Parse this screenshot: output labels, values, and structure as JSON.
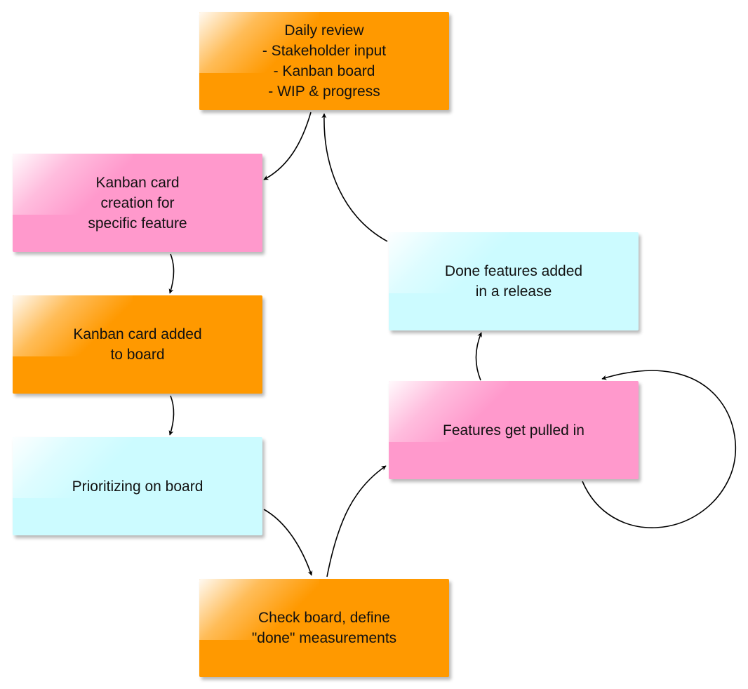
{
  "colors": {
    "orange": "#ff9900",
    "pink": "#ff99cc",
    "cyan": "#ccfbff",
    "edge": "#000000"
  },
  "nodes": {
    "daily_review": "Daily review\n- Stakeholder input\n- Kanban board\n- WIP & progress",
    "card_creation": "Kanban card\ncreation for\nspecific feature",
    "card_added": "Kanban card added\nto board",
    "prioritizing": "Prioritizing on board",
    "check_board": "Check board, define\n\"done\" measurements",
    "features_pulled": "Features get pulled in",
    "done_features": "Done features added\nin a release"
  },
  "edges": [
    {
      "from": "daily_review",
      "to": "card_creation"
    },
    {
      "from": "card_creation",
      "to": "card_added"
    },
    {
      "from": "card_added",
      "to": "prioritizing"
    },
    {
      "from": "prioritizing",
      "to": "check_board"
    },
    {
      "from": "check_board",
      "to": "features_pulled"
    },
    {
      "from": "features_pulled",
      "to": "features_pulled"
    },
    {
      "from": "features_pulled",
      "to": "done_features"
    },
    {
      "from": "done_features",
      "to": "daily_review"
    }
  ]
}
